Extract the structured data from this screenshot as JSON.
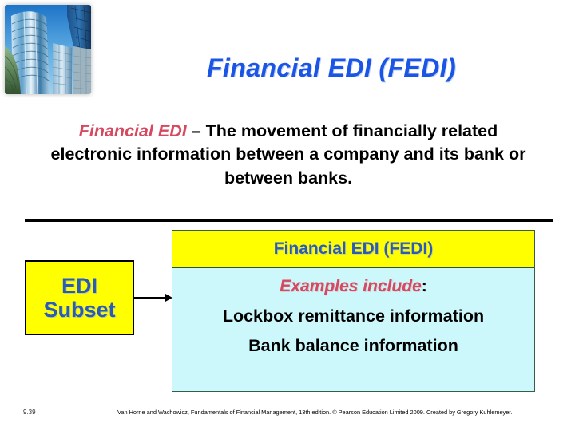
{
  "slide": {
    "title": "Financial EDI (FEDI)",
    "number": "9.39",
    "citation": "Van Horne and Wachowicz, Fundamentals of Financial Management, 13th edition. © Pearson Education Limited 2009. Created by Gregory  Kuhlemeyer."
  },
  "photo": {
    "name": "skyscrapers-photo",
    "description": "Glass office towers against blue sky"
  },
  "definition": {
    "term": "Financial EDI",
    "body": " – The movement of financially related electronic information between a company and its bank or between banks."
  },
  "diagram": {
    "source_box": {
      "line1": "EDI",
      "line2": "Subset"
    },
    "arrow": "right-arrow",
    "panel": {
      "header": "Financial EDI (FEDI)",
      "lead": "Examples include",
      "lead_punctuation": ":",
      "examples": [
        "Lockbox remittance information",
        "Bank balance information"
      ]
    }
  },
  "colors": {
    "title_blue": "#1a55e6",
    "box_blue": "#2b5bb8",
    "accent_rose": "#d6495f",
    "yellow": "#ffff00",
    "light_cyan": "#ccf7fb",
    "black": "#000000"
  }
}
